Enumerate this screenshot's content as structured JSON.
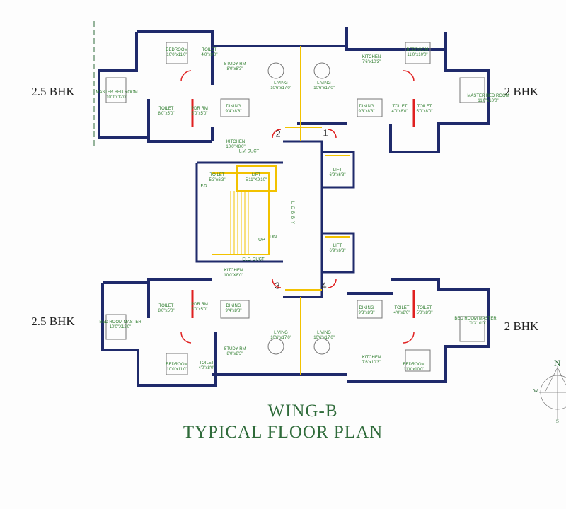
{
  "title": {
    "line1": "WING-B",
    "line2": "TYPICAL FLOOR PLAN"
  },
  "unit_labels": {
    "top_left": "2.5 BHK",
    "top_right": "2 BHK",
    "bottom_left": "2.5 BHK",
    "bottom_right": "2 BHK"
  },
  "flat_numbers": [
    "1",
    "2",
    "3",
    "4"
  ],
  "colors": {
    "wall": "#1f2a6b",
    "accent": "#f2c200",
    "door": "#e02020",
    "label": "#2e7d2e",
    "title": "#2f6b3a"
  },
  "rooms": {
    "tl_bedroom": {
      "name": "BEDROOM",
      "size": "10'0\"x11'0\""
    },
    "tl_toilet1": {
      "name": "TOILET",
      "size": "4'0\"x8'0\""
    },
    "tl_study": {
      "name": "STUDY RM",
      "size": "8'0\"x8'3\""
    },
    "tl_living": {
      "name": "LIVING",
      "size": "10'6\"x17'0\""
    },
    "tl_master": {
      "name": "MASTER BED ROOM",
      "size": "10'0\"x12'0\""
    },
    "tl_toilet2": {
      "name": "TOILET",
      "size": "8'0\"x5'0\""
    },
    "tl_pdr": {
      "name": "PDR RM",
      "size": "5'0\"x5'0\""
    },
    "tl_dining": {
      "name": "DINING",
      "size": "9'4\"x8'8\""
    },
    "tl_kitchen": {
      "name": "KITCHEN",
      "size": "10'0\"X8'0\""
    },
    "tr_living": {
      "name": "LIVING",
      "size": "10'6\"x17'0\""
    },
    "tr_kitchen": {
      "name": "KITCHEN",
      "size": "7'6\"x10'3\""
    },
    "tr_bedroom": {
      "name": "BEDROOM",
      "size": "11'0\"x10'0\""
    },
    "tr_dining": {
      "name": "DINING",
      "size": "9'3\"x8'3\""
    },
    "tr_toilet1": {
      "name": "TOILET",
      "size": "4'0\"x8'0\""
    },
    "tr_toilet2": {
      "name": "TOILET",
      "size": "5'0\"x8'0\""
    },
    "tr_master": {
      "name": "MASTER BED ROOM",
      "size": "11'0\"x10'0\""
    },
    "core_lv_duct": {
      "name": "L.V. DUCT",
      "size": ""
    },
    "core_lift1": {
      "name": "LIFT",
      "size": "5'11\"X9'10\""
    },
    "core_toilet": {
      "name": "TOILET",
      "size": "5'3\"x6'3\""
    },
    "core_fd": {
      "name": "F.D",
      "size": ""
    },
    "core_lift2": {
      "name": "LIFT",
      "size": "6'9\"x6'3\""
    },
    "core_lift3": {
      "name": "LIFT",
      "size": "6'9\"x6'3\""
    },
    "core_elec_duct": {
      "name": "ELE. DUCT",
      "size": ""
    },
    "bl_kitchen": {
      "name": "KITCHEN",
      "size": "10'0\"X8'0\""
    },
    "bl_toilet2": {
      "name": "TOILET",
      "size": "8'0\"x5'0\""
    },
    "bl_pdr": {
      "name": "PDR RM",
      "size": "5'0\"x5'0\""
    },
    "bl_dining": {
      "name": "DINING",
      "size": "9'4\"x8'8\""
    },
    "bl_master": {
      "name": "BED ROOM MASTER",
      "size": "10'0\"X12'0\""
    },
    "bl_living": {
      "name": "LIVING",
      "size": "10'6\"x17'0\""
    },
    "bl_study": {
      "name": "STUDY RM",
      "size": "8'0\"x8'3\""
    },
    "bl_bedroom": {
      "name": "BEDROOM",
      "size": "10'0\"x11'0\""
    },
    "bl_toilet1": {
      "name": "TOILET",
      "size": "4'0\"x8'0\""
    },
    "br_living": {
      "name": "LIVING",
      "size": "10'6\"x17'0\""
    },
    "br_dining": {
      "name": "DINING",
      "size": "9'3\"x8'3\""
    },
    "br_toilet1": {
      "name": "TOILET",
      "size": "4'0\"x8'0\""
    },
    "br_toilet2": {
      "name": "TOILET",
      "size": "5'0\"x8'0\""
    },
    "br_master": {
      "name": "BED ROOM MASTER",
      "size": "11'0\"X10'0\""
    },
    "br_kitchen": {
      "name": "KITCHEN",
      "size": "7'6\"x10'3\""
    },
    "br_bedroom": {
      "name": "BEDROOM",
      "size": "11'0\"x10'0\""
    }
  },
  "core": {
    "lobby": "LOBBY",
    "up": "UP",
    "dn": "DN"
  },
  "compass": {
    "n": "N",
    "s": "S",
    "w": "W"
  }
}
